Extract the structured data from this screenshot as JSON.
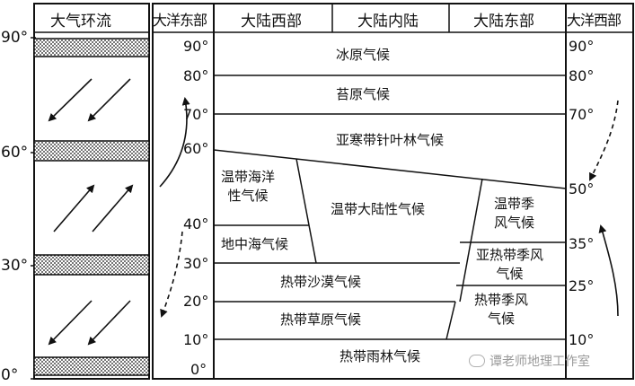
{
  "headers": {
    "atmospheric_circulation": "大气环流",
    "ocean_east": "大洋东部",
    "continent_west": "大陆西部",
    "continent_interior": "大陆内陆",
    "continent_east": "大陆东部",
    "ocean_west": "大洋西部"
  },
  "left_axis_labels": [
    "90°",
    "60°",
    "30°",
    "0°"
  ],
  "ocean_east_lat_labels": [
    "90°",
    "80°",
    "70°",
    "60°",
    "40°",
    "30°",
    "20°",
    "10°",
    "0°"
  ],
  "ocean_west_lat_labels": [
    "90°",
    "80°",
    "70°",
    "50°",
    "35°",
    "25°",
    "10°"
  ],
  "climate_zones": {
    "ice_cap": "冰原气候",
    "tundra": "苔原气候",
    "subarctic_coniferous": "亚寒带针叶林气候",
    "temperate_maritime": [
      "温带海洋",
      "性气候"
    ],
    "mediterranean": "地中海气候",
    "temperate_continental": "温带大陆性气候",
    "temperate_monsoon": [
      "温带季",
      "风气候"
    ],
    "subtropical_monsoon": [
      "亚热带季风",
      "气候"
    ],
    "tropical_desert": "热带沙漠气候",
    "tropical_grassland": "热带草原气候",
    "tropical_monsoon": [
      "热带季风",
      "气候"
    ],
    "tropical_rainforest": "热带雨林气候"
  },
  "watermark": "谭老师地理工作室"
}
